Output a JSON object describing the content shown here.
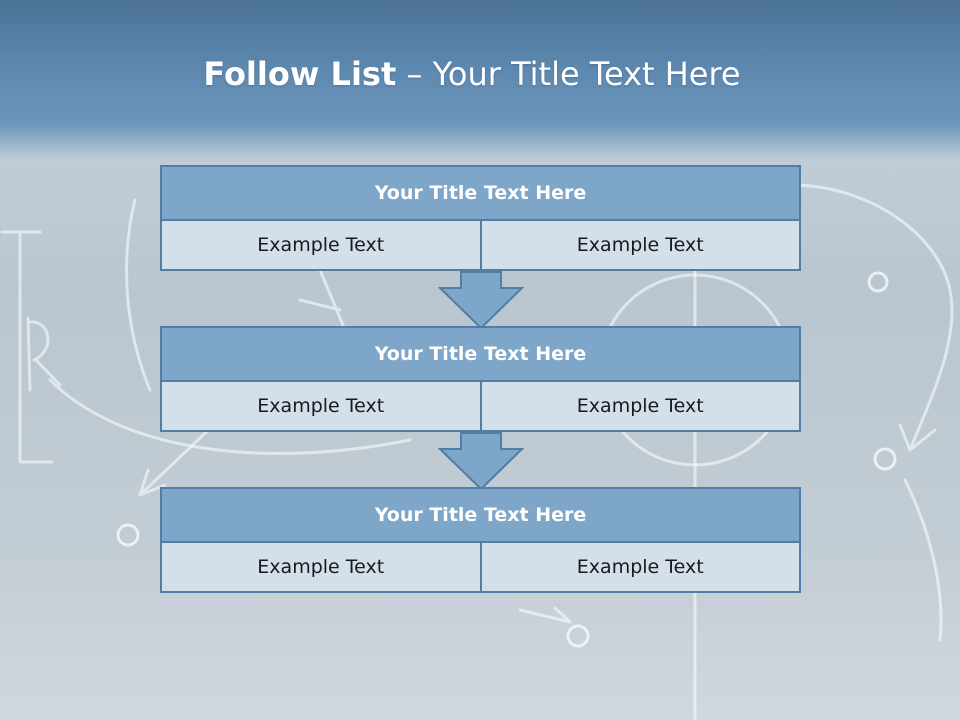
{
  "slide": {
    "title_bold": "Follow List",
    "title_rest": "– Your Title Text Here"
  },
  "blocks": [
    {
      "title": "Your Title Text Here",
      "left_text": "Example Text",
      "right_text": "Example Text"
    },
    {
      "title": "Your Title Text Here",
      "left_text": "Example Text",
      "right_text": "Example Text"
    },
    {
      "title": "Your Title Text Here",
      "left_text": "Example Text",
      "right_text": "Example Text"
    }
  ],
  "colors": {
    "header_band": "#5e89b0",
    "block_title_fill": "#7ea6c8",
    "block_border": "#4f7fa6",
    "block_cell_fill": "#d3dfea",
    "arrow_fill": "#7ea6c8"
  },
  "background": {
    "decoration": "chalkboard-play-diagram"
  }
}
